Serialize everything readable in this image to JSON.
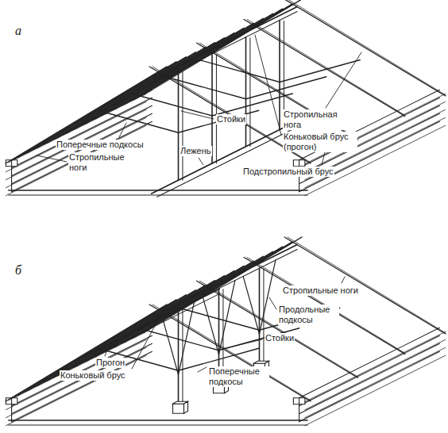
{
  "diagram": {
    "labels": [
      "а",
      "Стропильная нога",
      "Коньковый брус (прогон)",
      "Поперечные подкосы",
      "Стойки",
      "Стропильные ноги",
      "Лежень",
      "Подстропильный брус",
      "б",
      "Стропильные ноги",
      "Продольные подкосы",
      "Стойки",
      "Прогон",
      "Коньковый брус",
      "Поперечные подкосы"
    ]
  }
}
